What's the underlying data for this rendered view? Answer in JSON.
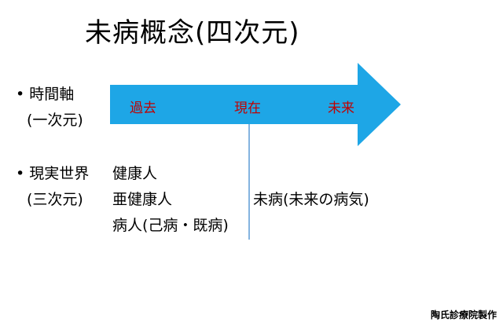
{
  "title": "未病概念(四次元)",
  "bullets": [
    {
      "symbol": "•",
      "label": "時間軸",
      "sub": "(一次元)"
    },
    {
      "symbol": "•",
      "label": "現実世界",
      "sub": "(三次元)"
    }
  ],
  "timeline": {
    "labels": [
      "過去",
      "現在",
      "未来"
    ],
    "arrow_color": "#1ea6e6",
    "label_color": "#c00000"
  },
  "states": {
    "healthy": "健康人",
    "semi_healthy": "亜健康人",
    "sick": "病人(己病・既病)",
    "future_illness": "未病(未来の病気)"
  },
  "footer": "陶氏診療院製作"
}
